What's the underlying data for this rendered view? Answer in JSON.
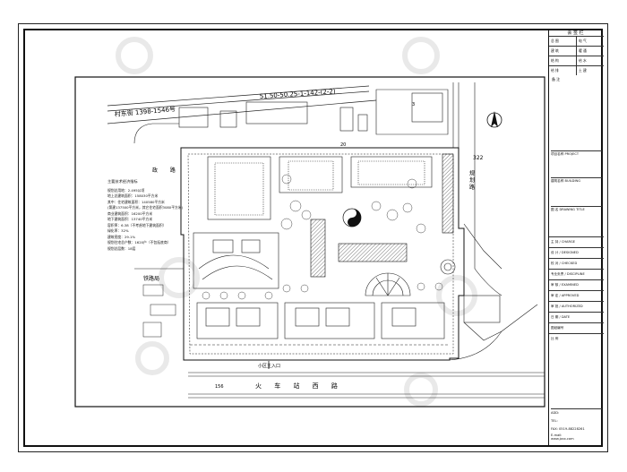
{
  "street_top": "村东街 1398-1546号",
  "road_code": "51.50-50.25-1-142-(2-2)",
  "road_left": "政 路",
  "road_right": "规 划 路",
  "road_bottom": "火 车 站 西 路",
  "road_right_num": "322",
  "entrance_label": "小区主入口",
  "dim_top": "20",
  "dim_small": "156",
  "left_place": "铁路局",
  "legend": {
    "title": "主要技术经济指标",
    "lines": [
      "规划总用地：2.495公顷",
      "地上总建筑面积：158030平方米",
      "其中：住宅建筑面积：140580平方米",
      "(第建137500平方米，其它住宅面积3080平方米)",
      "商业建筑面积：16200平方米",
      "地下建筑面积：13740平方米",
      "容积率：6.38（不考虑地下建筑面积）",
      "绿化率：32%",
      "建筑密度：29.1%",
      "规划住宅总户数：1620户（不包括底商）",
      "规划总层数：18层"
    ]
  },
  "title_block": {
    "header": "会 签 栏",
    "sign_rows": [
      [
        "总 图",
        "电 气"
      ],
      [
        "建 筑",
        "暖 通"
      ],
      [
        "结 构",
        "给 水"
      ],
      [
        "给 排",
        "土 建"
      ]
    ],
    "remarks_label": "备 注",
    "project_label": "项目名称 PROJECT",
    "building_label": "建筑名称 BUILDING",
    "drawing_label": "图 名 DRAWING TITLE",
    "staff_rows": [
      "主 持 / CHARGE",
      "设 计 / DESIGNED",
      "校 对 / CHECKED",
      "专业负责 / DISCIPLINE",
      "审 核 / EXAMINED",
      "审 定 / APPROVED",
      "审 批 / AUTHORIZED",
      "日 期 / DATE",
      "图纸编号",
      "比 例"
    ],
    "add_label": "ADD:",
    "tel_label": "TEL:",
    "fax_label": "FAX: 0519-88228261",
    "email_label": "E-mail:",
    "web_label": "www.jzxx.com"
  },
  "colors": {
    "line": "#1a1a1a",
    "hatch": "#555555",
    "watermark": "#e6e6e6"
  }
}
